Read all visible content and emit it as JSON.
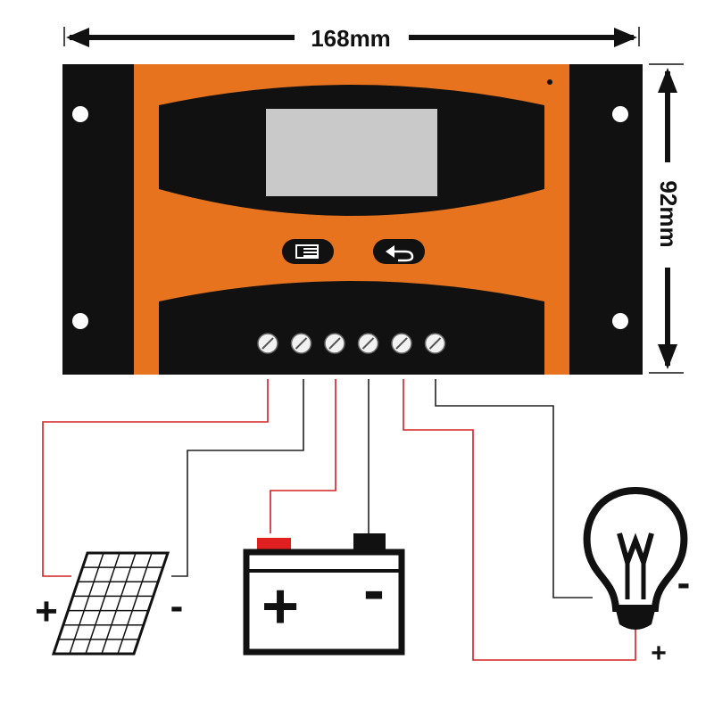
{
  "dimensions": {
    "width_label": "168mm",
    "height_label": "92mm"
  },
  "controller": {
    "body_color": "#111111",
    "panel_color": "#e8731f",
    "lcd_color": "#c9c9c9",
    "buttons": [
      {
        "icon": "menu-icon"
      },
      {
        "icon": "return-arrow-icon"
      }
    ],
    "terminal_count": 6
  },
  "wiring": {
    "positive_color": "#d42020",
    "negative_color": "#222222"
  },
  "solar_panel": {
    "positive_label": "+",
    "negative_label": "-"
  },
  "battery": {
    "positive_label": "+",
    "negative_label": "-",
    "positive_post_color": "#e02020"
  },
  "lamp": {
    "positive_label": "+",
    "negative_label": "-"
  }
}
